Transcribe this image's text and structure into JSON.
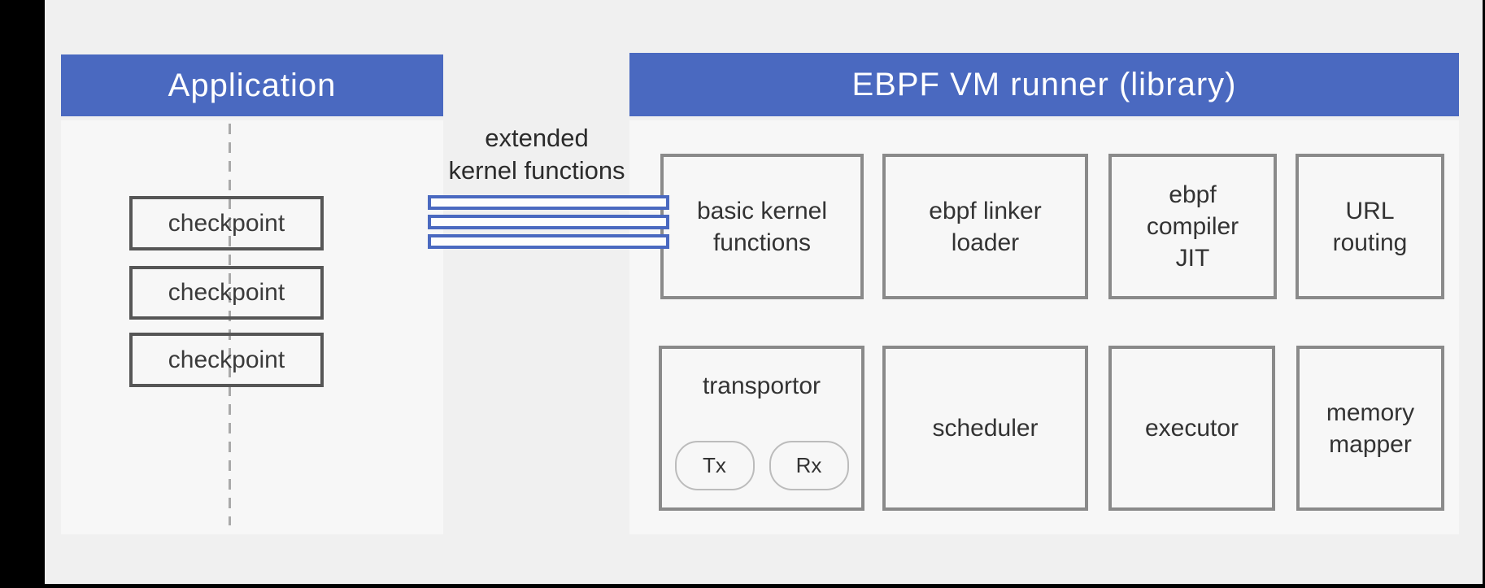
{
  "palette": {
    "header_blue": "#4a69c0",
    "stripe_blue": "#4a69c0",
    "panel_bg": "#f7f7f7",
    "page_bg": "#f0f0f0",
    "frame_black": "#000000",
    "checkpoint_border": "#565656",
    "module_border": "#8a8a8a",
    "dashed_line_gray": "#a9a9a9",
    "text_dark": "#333333"
  },
  "application": {
    "header": "Application",
    "checkpoints": [
      "checkpoint",
      "checkpoint",
      "checkpoint"
    ]
  },
  "connector": {
    "label": "extended\nkernel functions",
    "stripe_count": 3
  },
  "runner": {
    "header": "EBPF VM runner (library)",
    "row1": [
      {
        "label": "basic kernel\nfunctions"
      },
      {
        "label": "ebpf linker\nloader"
      },
      {
        "label": "ebpf\ncompiler\nJIT"
      },
      {
        "label": "URL\nrouting"
      }
    ],
    "row2": {
      "transportor": {
        "label": "transportor",
        "pills": [
          "Tx",
          "Rx"
        ]
      },
      "others": [
        {
          "label": "scheduler"
        },
        {
          "label": "executor"
        },
        {
          "label": "memory\nmapper"
        }
      ]
    }
  }
}
